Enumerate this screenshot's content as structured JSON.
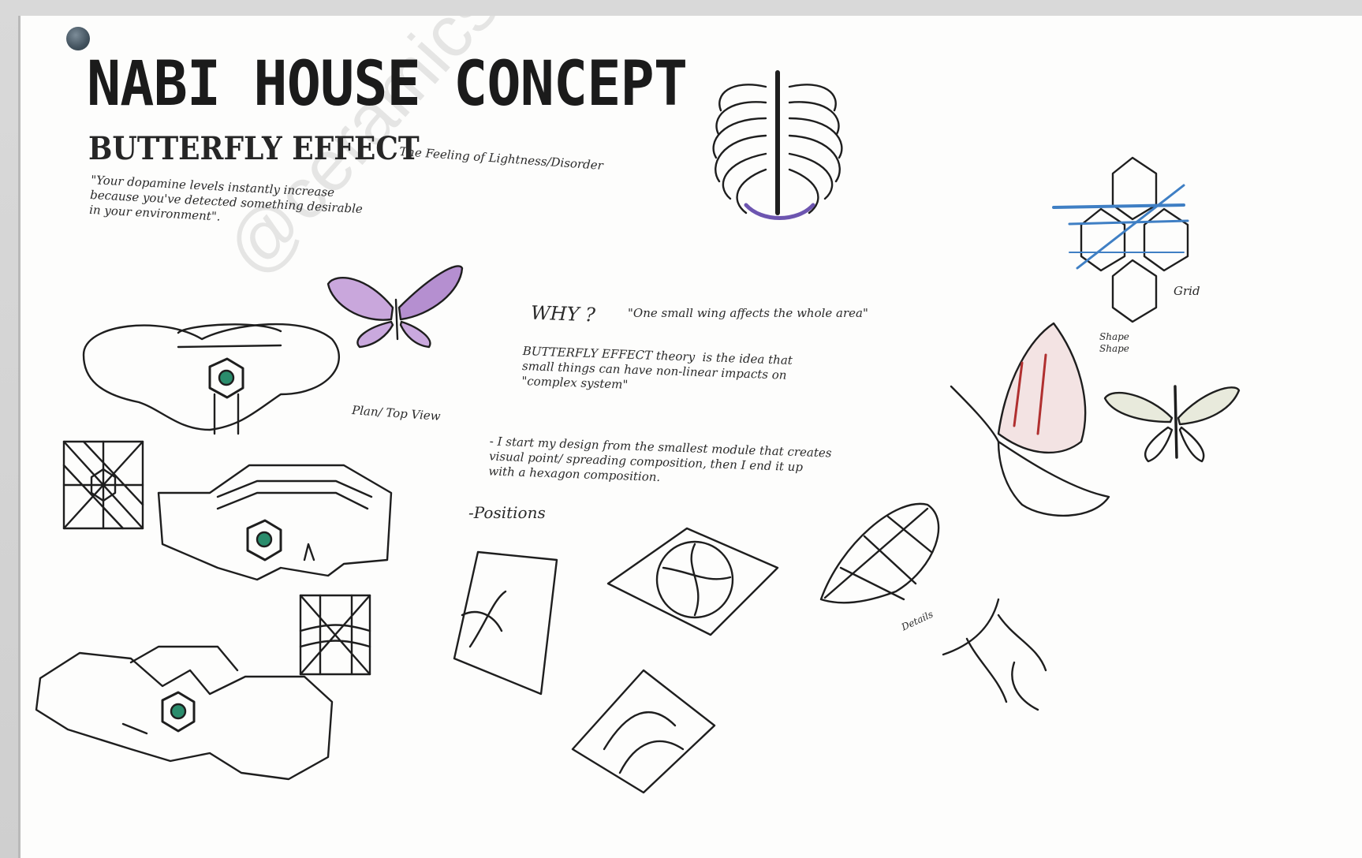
{
  "sheet": {
    "title": "NABI HOUSE CONCEPT",
    "subtitle": "BUTTERFLY EFFECT",
    "subtitle_note": "The Feeling of Lightness/Disorder",
    "quote": "\"Your dopamine levels instantly increase\nbecause you've detected something desirable\nin your environment\".",
    "plan_label": "Plan/ Top View",
    "why_heading": "WHY ?",
    "why_quote": "\"One small wing affects the whole area\"",
    "why_text": "BUTTERFLY EFFECT theory  is the idea that\nsmall things can have non-linear impacts on\n\"complex system\"",
    "design_note": "- I start my design from the smallest module that creates\nvisual point/ spreading composition, then I end it up\nwith a hexagon composition.",
    "positions_label": "-Positions",
    "grid_label": "Grid",
    "shape_label": "Shape\nShape",
    "details_label": "Details",
    "watermark": "@ceramicsteel",
    "colors": {
      "ink": "#1e1e1e",
      "purple": "#9a6fb3",
      "blue": "#3f7fc4",
      "teal": "#2a8c6c",
      "red": "#b03030"
    }
  }
}
